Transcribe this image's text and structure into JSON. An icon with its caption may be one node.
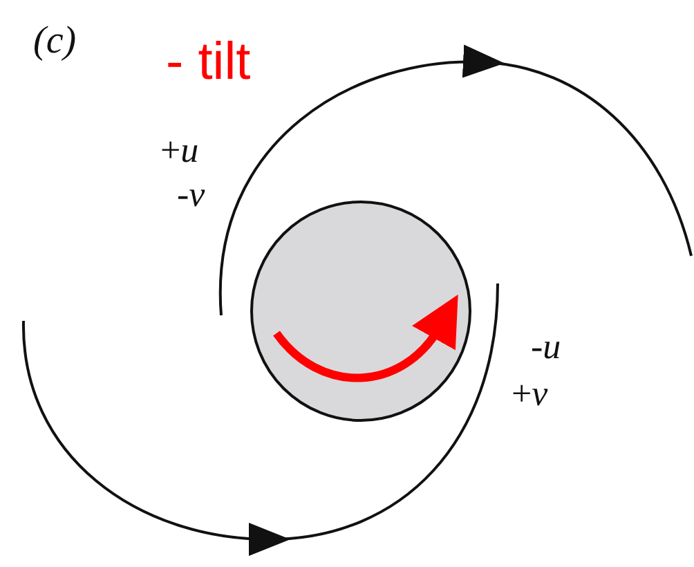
{
  "diagram": {
    "nodes": [
      {
        "text": [],
        "shape": "circle"
      }
    ],
    "edges": [],
    "labels": [
      "(c)",
      "- tilt",
      "+*u*",
      "-*v*",
      "-*u*",
      "+*v*"
    ]
  }
}
